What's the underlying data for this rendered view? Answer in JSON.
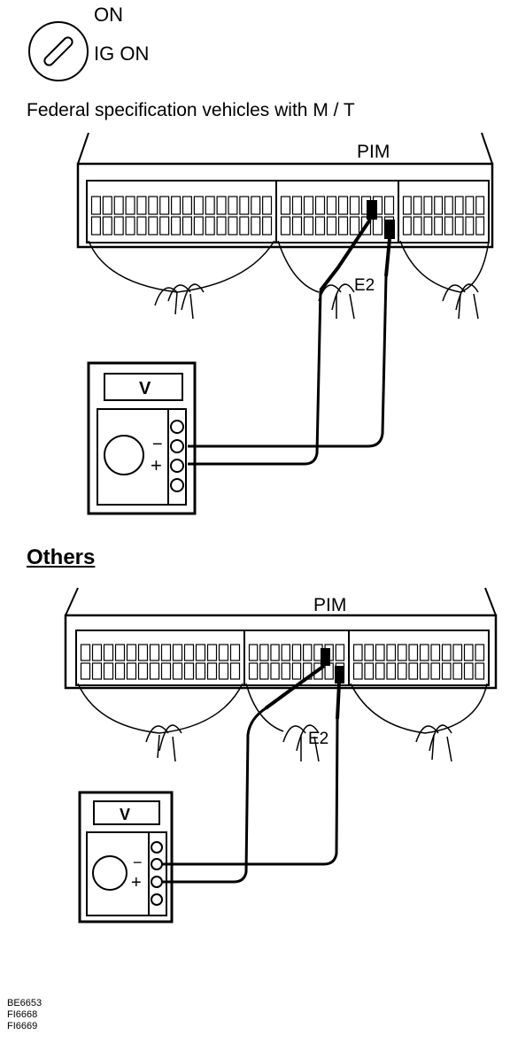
{
  "ignition": {
    "label_on": "ON",
    "label_ig_on": "IG ON"
  },
  "diagram1": {
    "heading": "Federal  specification vehicles with M / T",
    "terminal_pim": "PIM",
    "terminal_e2": "E2",
    "meter_unit": "V",
    "minus_sign": "−",
    "plus_sign": "+"
  },
  "diagram2": {
    "heading": "Others",
    "terminal_pim": "PIM",
    "terminal_e2": "E2",
    "meter_unit": "V",
    "minus_sign": "−",
    "plus_sign": "+"
  },
  "figure_codes": [
    "BE6653",
    "FI6668",
    "FI6669"
  ]
}
